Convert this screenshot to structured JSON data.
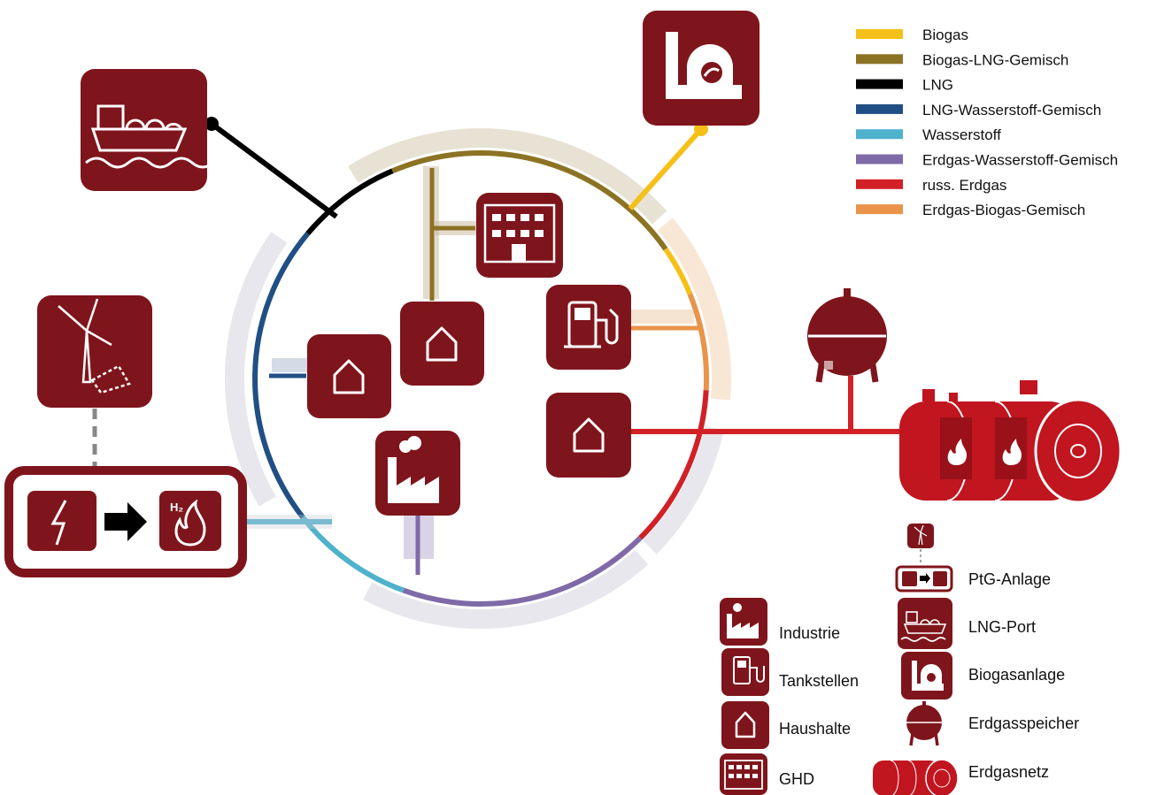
{
  "colors": {
    "icon_fill": "#7f151c",
    "icon_dark": "#6d1117",
    "biogas": "#f6c01a",
    "biogas_lng": "#8c7324",
    "lng": "#000000",
    "lng_h2": "#204f85",
    "h2": "#4fb2cc",
    "ng_h2": "#7f6aa8",
    "russ_ng": "#d22027",
    "ng_biogas": "#e9944a",
    "halo": "#c9cad8"
  },
  "legend": [
    {
      "key": "biogas",
      "label": "Biogas"
    },
    {
      "key": "biogas_lng",
      "label": "Biogas-LNG-Gemisch"
    },
    {
      "key": "lng",
      "label": "LNG"
    },
    {
      "key": "lng_h2",
      "label": "LNG-Wasserstoff-Gemisch"
    },
    {
      "key": "h2",
      "label": "Wasserstoff"
    },
    {
      "key": "ng_h2",
      "label": "Erdgas-Wasserstoff-Gemisch"
    },
    {
      "key": "russ_ng",
      "label": "russ. Erdgas"
    },
    {
      "key": "ng_biogas",
      "label": "Erdgas-Biogas-Gemisch"
    }
  ],
  "icon_legend": {
    "industrie": "Industrie",
    "tankstellen": "Tankstellen",
    "haushalte": "Haushalte",
    "ghd": "GHD",
    "ptg": "PtG-Anlage",
    "lng_port": "LNG-Port",
    "biogasanlage": "Biogasanlage",
    "erdgasspeicher": "Erdgasspeicher",
    "erdgasnetz": "Erdgasnetz"
  },
  "ptg_h2_label": "H₂"
}
